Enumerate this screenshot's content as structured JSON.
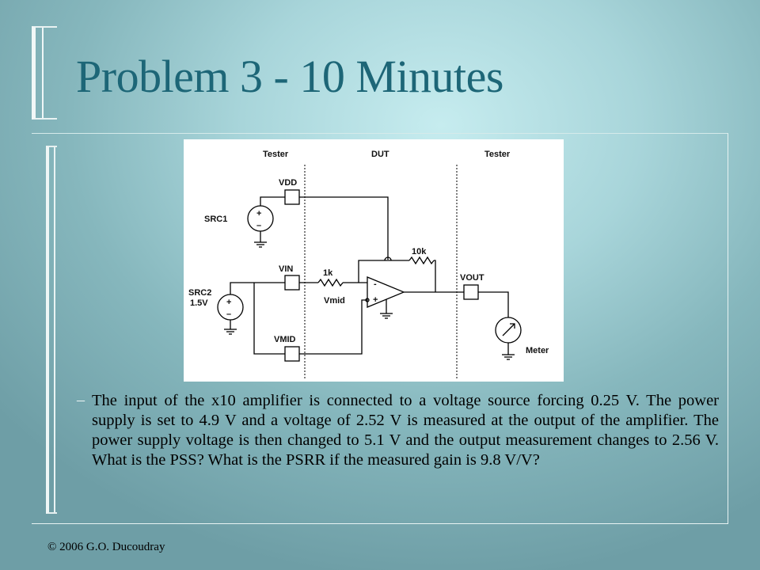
{
  "slide": {
    "title": "Problem 3 - 10 Minutes",
    "bullet_marker": "–",
    "body": "The input of the x10 amplifier is connected to a voltage source forcing 0.25 V.  The power supply is set to 4.9 V and a voltage of 2.52 V is measured at the output of the amplifier.  The power supply voltage is then changed to 5.1 V and the output measurement changes to 2.56 V. What is the PSS? What is the PSRR if the measured gain is 9.8 V/V?",
    "footer": "© 2006 G.O. Ducoudray"
  },
  "diagram": {
    "region_left": "Tester",
    "region_middle": "DUT",
    "region_right": "Tester",
    "vdd": "VDD",
    "src1": "SRC1",
    "vin": "VIN",
    "src2_line1": "SRC2",
    "src2_line2": "1.5V",
    "vmid_pin": "VMID",
    "vmid_node": "Vmid",
    "r_in": "1k",
    "r_fb": "10k",
    "vout": "VOUT",
    "meter": "Meter",
    "plus": "+",
    "minus": "–",
    "opamp_minus": "-",
    "opamp_plus": "+"
  }
}
